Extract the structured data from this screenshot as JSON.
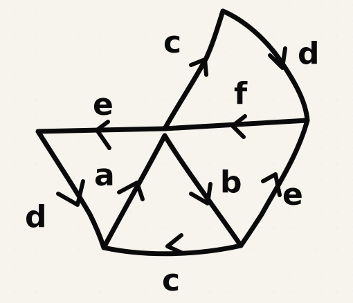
{
  "labels": {
    "c_top": "c",
    "d_top": "d",
    "f": "f",
    "e_left": "e",
    "a": "a",
    "b": "b",
    "e_right": "e",
    "d_left": "d",
    "c_bottom": "c"
  }
}
